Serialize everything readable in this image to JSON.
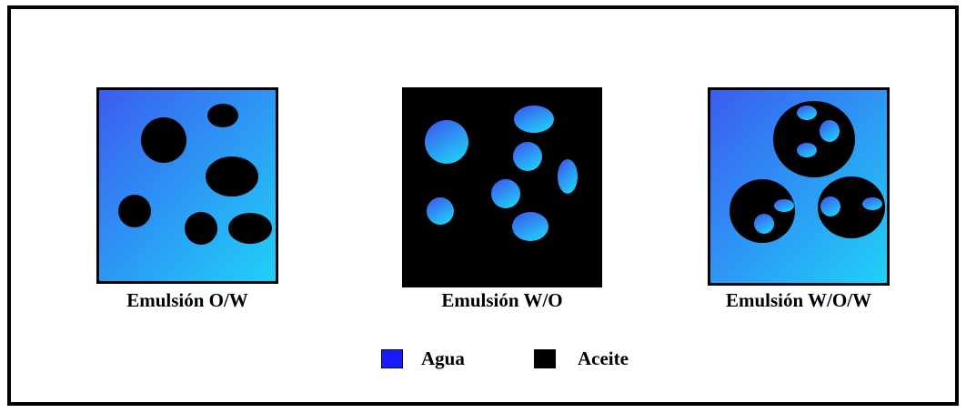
{
  "colors": {
    "water_gradient_start": "#3b5cf0",
    "water_gradient_end": "#1fd2f8",
    "oil": "#000000",
    "legend_water": "#1a1aff",
    "frame": "#000000"
  },
  "panels": [
    {
      "caption": "Emulsión O/W",
      "background": "water",
      "droplets": "oil"
    },
    {
      "caption": "Emulsión W/O",
      "background": "oil",
      "droplets": "water"
    },
    {
      "caption": "Emulsión W/O/W",
      "background": "water",
      "droplets": "oil-containing-water"
    }
  ],
  "legend": [
    {
      "label": "Agua",
      "swatch": "water"
    },
    {
      "label": "Aceite",
      "swatch": "oil"
    }
  ]
}
